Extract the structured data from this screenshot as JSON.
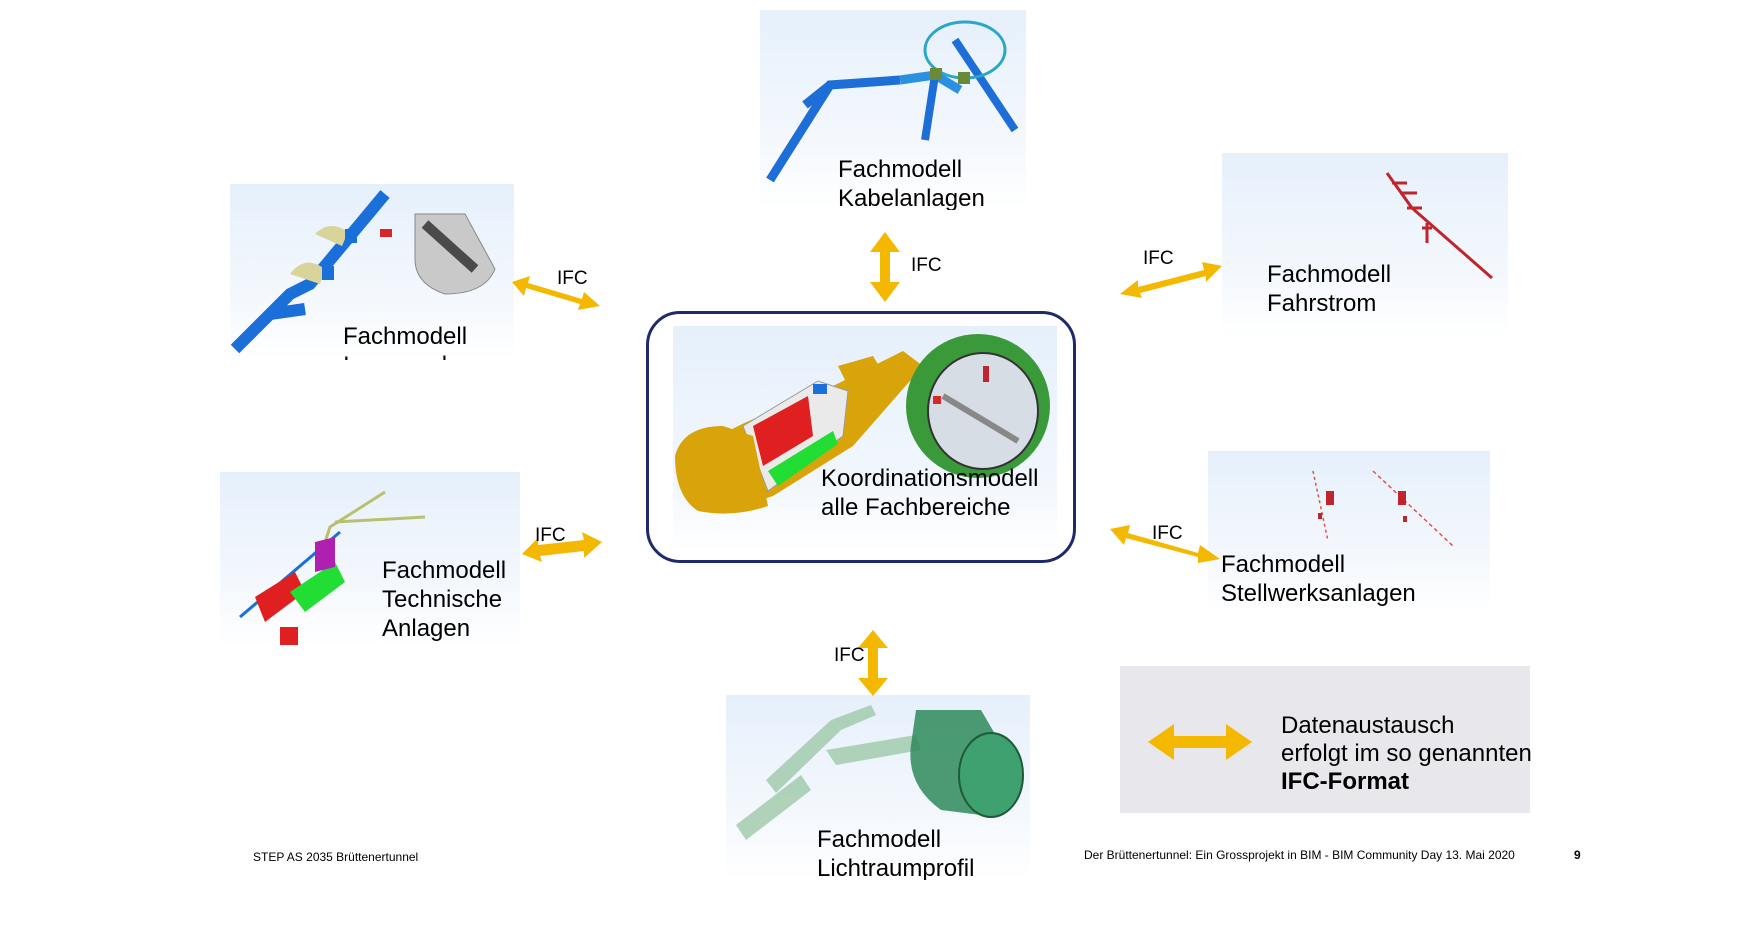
{
  "center": {
    "title_line1": "Koordinationsmodell",
    "title_line2": "alle Fachbereiche"
  },
  "models": {
    "kabel": {
      "line1": "Fachmodell",
      "line2": "Kabelanlagen"
    },
    "fahrstrom": {
      "line1": "Fachmodell",
      "line2": "Fahrstrom"
    },
    "innenausbau": {
      "line1": "Fachmodell",
      "line2": "Innenausbau"
    },
    "technische": {
      "line1": "Fachmodell",
      "line2": "Technische",
      "line3": "Anlagen"
    },
    "stellwerk": {
      "line1": "Fachmodell",
      "line2": "Stellwerksanlagen"
    },
    "lichtraum": {
      "line1": "Fachmodell",
      "line2": "Lichtraumprofil"
    }
  },
  "ifc_label": "IFC",
  "legend": {
    "line1": "Datenaustausch",
    "line2": "erfolgt im so genannten",
    "line3": "IFC-Format"
  },
  "footer": {
    "left": "STEP AS 2035 Brüttenertunnel",
    "right": "Der Brüttenertunnel: Ein Grossprojekt in BIM - BIM Community Day 13. Mai 2020",
    "page": "9"
  },
  "colors": {
    "arrow": "#f5b800",
    "frame": "#1f2a6b",
    "panel_bg": "#e6f0fb"
  }
}
